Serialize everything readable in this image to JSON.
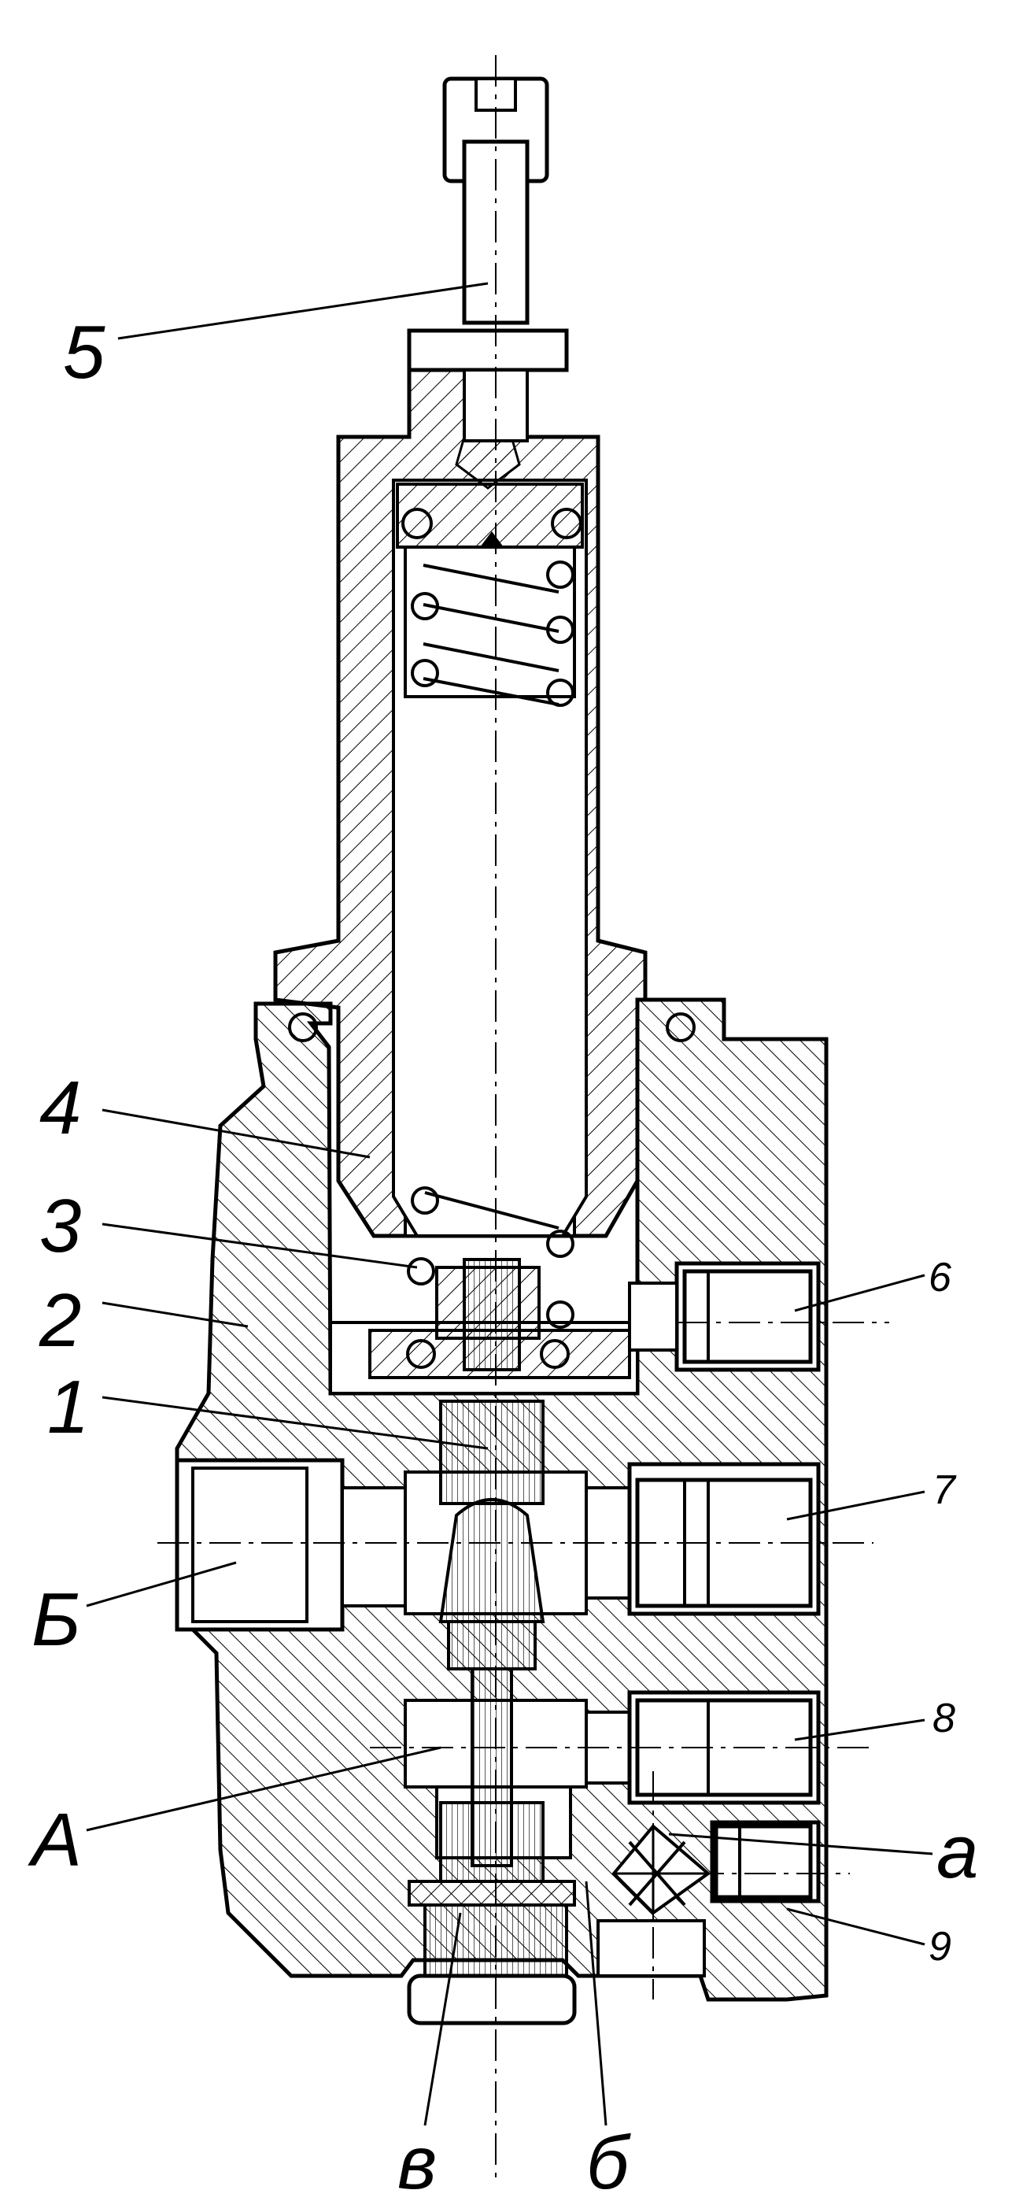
{
  "labels": {
    "n1": "1",
    "n2": "2",
    "n3": "3",
    "n4": "4",
    "n5": "5",
    "n6": "6",
    "n7": "7",
    "n8": "8",
    "n9": "9",
    "A": "A",
    "B": "Б",
    "a": "a",
    "b": "б",
    "v": "в"
  }
}
